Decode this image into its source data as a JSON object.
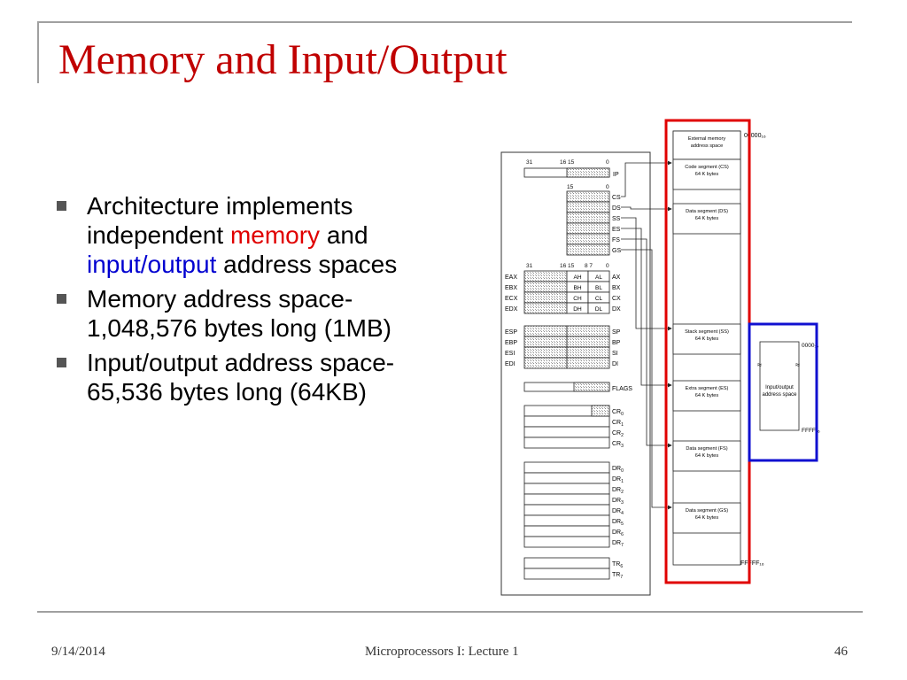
{
  "slide": {
    "title": "Memory and Input/Output",
    "bullets": [
      {
        "parts": [
          {
            "text": "Architecture implements independent ",
            "style": "normal"
          },
          {
            "text": "memory",
            "style": "red"
          },
          {
            "text": " and ",
            "style": "normal"
          },
          {
            "text": "input/output",
            "style": "blue"
          },
          {
            "text": " address spaces",
            "style": "normal"
          }
        ]
      },
      {
        "parts": [
          {
            "text": "Memory address space- 1,048,576 bytes long (1MB)",
            "style": "normal"
          }
        ]
      },
      {
        "parts": [
          {
            "text": "Input/output address space- 65,536 bytes long (64KB)",
            "style": "normal"
          }
        ]
      }
    ]
  },
  "diagram": {
    "registers": {
      "bits_top": [
        "31",
        "16 15",
        "0"
      ],
      "ip": "IP",
      "seg_bits": [
        "15",
        "0"
      ],
      "segments": [
        "CS",
        "DS",
        "SS",
        "ES",
        "FS",
        "GS"
      ],
      "gp_bits": [
        "31",
        "16 15",
        "8 7",
        "0"
      ],
      "gp_left": [
        "EAX",
        "EBX",
        "ECX",
        "EDX"
      ],
      "gp_high": [
        "AH",
        "BH",
        "CH",
        "DH"
      ],
      "gp_low": [
        "AL",
        "BL",
        "CL",
        "DL"
      ],
      "gp_right": [
        "AX",
        "BX",
        "CX",
        "DX"
      ],
      "ptr_left": [
        "ESP",
        "EBP",
        "ESI",
        "EDI"
      ],
      "ptr_right": [
        "SP",
        "BP",
        "SI",
        "DI"
      ],
      "flags": "FLAGS",
      "cr": [
        "CR0",
        "CR1",
        "CR2",
        "CR3"
      ],
      "dr": [
        "DR0",
        "DR1",
        "DR2",
        "DR3",
        "DR4",
        "DR5",
        "DR6",
        "DR7"
      ],
      "tr": [
        "TR6",
        "TR7"
      ]
    },
    "memory": {
      "start_addr": "00000₁₆",
      "end_addr": "FFFFF₁₆",
      "blocks": [
        {
          "line1": "External memory",
          "line2": "address space"
        },
        {
          "line1": "Code segment (CS)",
          "line2": "64 K bytes"
        },
        {
          "line1": "Data segment (DS)",
          "line2": "64 K bytes"
        },
        {
          "line1": "Stack segment (SS)",
          "line2": "64 K bytes"
        },
        {
          "line1": "Extra segment (ES)",
          "line2": "64 K bytes"
        },
        {
          "line1": "Data segment (FS)",
          "line2": "64 K bytes"
        },
        {
          "line1": "Data segment (GS)",
          "line2": "64 K bytes"
        }
      ]
    },
    "io": {
      "start_addr": "0000₁₆",
      "end_addr": "FFFF₁₆",
      "line1": "Input/output",
      "line2": "address space",
      "break_mark": "≈"
    },
    "colors": {
      "memory_box": "#e00000",
      "io_box": "#1010d0"
    }
  },
  "footer": {
    "date": "9/14/2014",
    "center": "Microprocessors I:  Lecture 1",
    "page": "46"
  }
}
